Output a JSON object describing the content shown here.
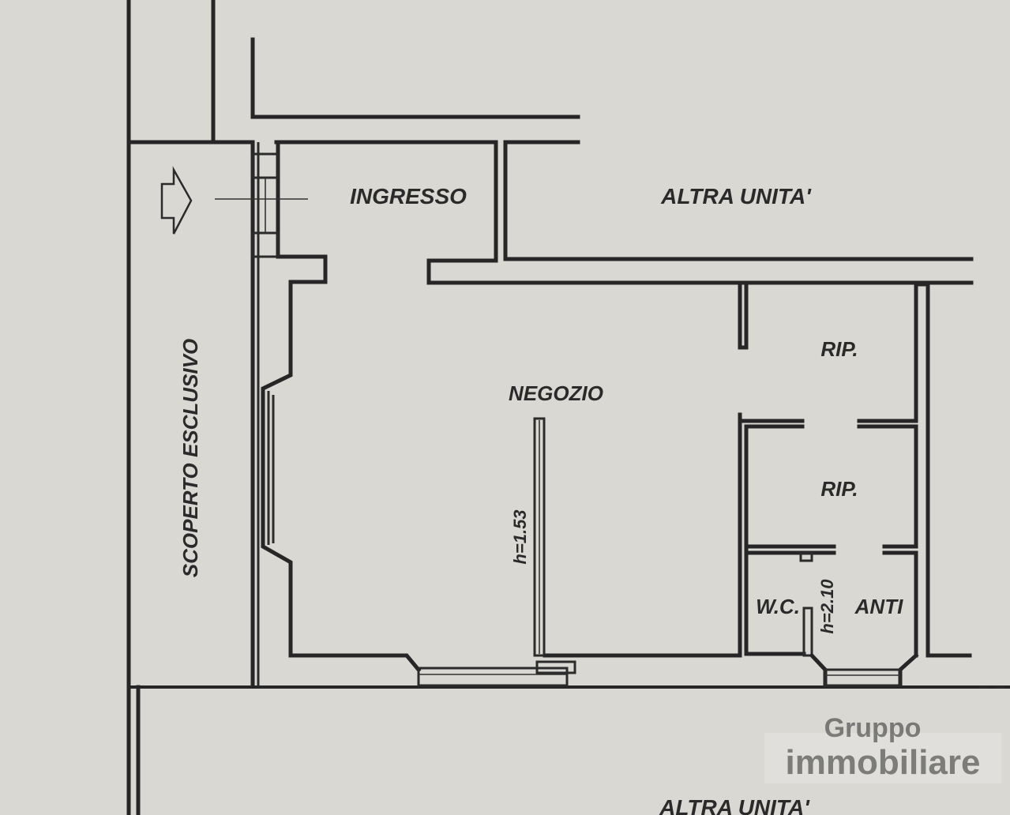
{
  "rooms": {
    "ingresso": "INGRESSO",
    "altra_unita_top": "ALTRA UNITA'",
    "negozio": "NEGOZIO",
    "rip_upper": "RIP.",
    "rip_lower": "RIP.",
    "wc": "W.C.",
    "anti": "ANTI",
    "scoperto": "SCOPERTO ESCLUSIVO",
    "altra_unita_bottom": "ALTRA UNITA'"
  },
  "dimensions": {
    "h_negozio": "h=1.53",
    "h_anti": "h=2.10"
  },
  "watermark": {
    "line1": "Gruppo",
    "line2": "immobiliare"
  },
  "colors": {
    "paper": "#d9d8d3",
    "ink": "#262626"
  }
}
